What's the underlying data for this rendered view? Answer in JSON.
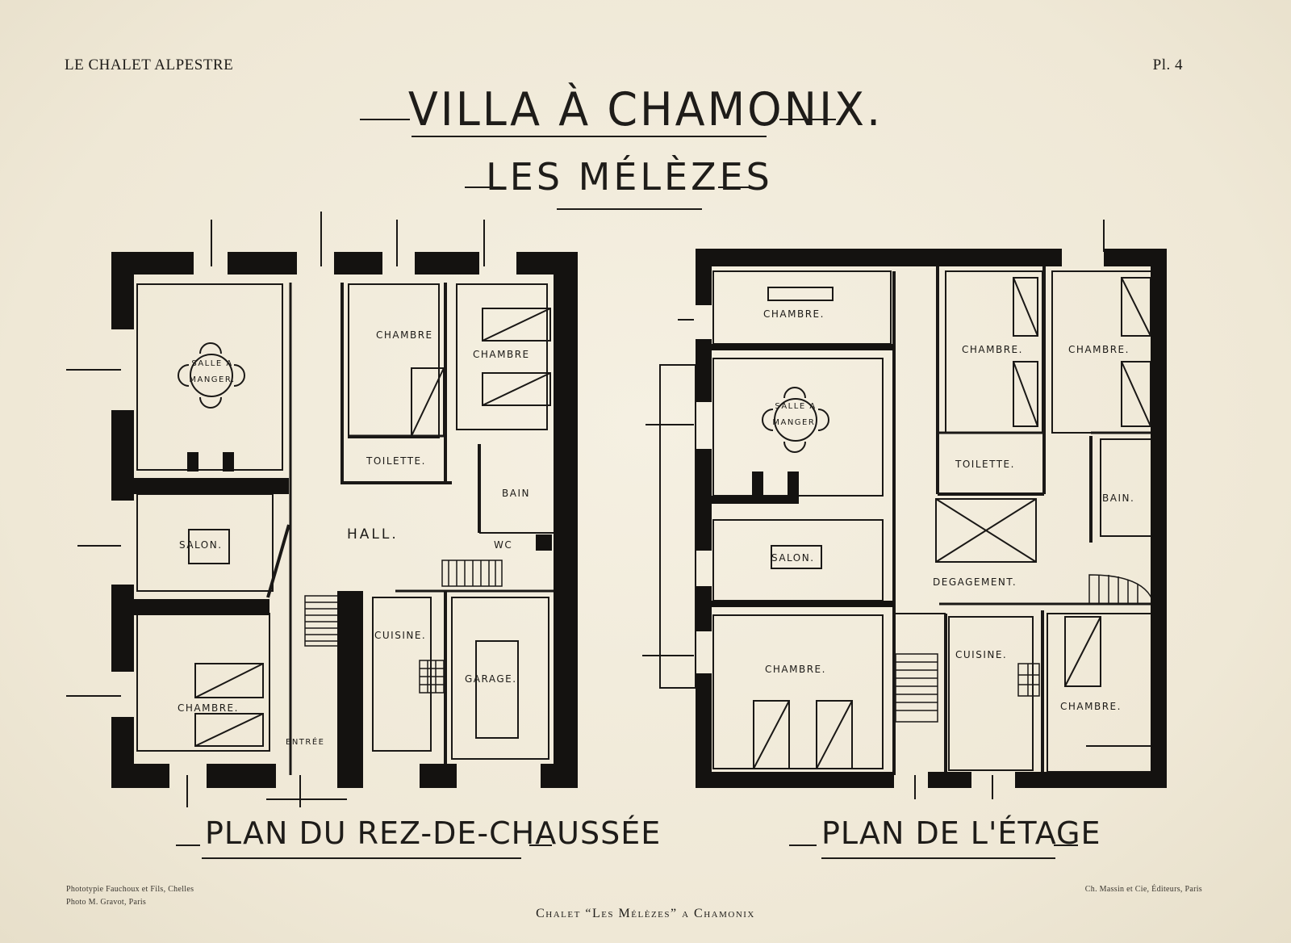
{
  "header": {
    "left": "LE CHALET ALPESTRE",
    "right": "Pl. 4"
  },
  "title": {
    "main": "VILLA À CHAMONIX.",
    "sub": "LES MÉLÈZES"
  },
  "plans": {
    "ground": {
      "label": "PLAN DU REZ-DE-CHAUSSÉE",
      "rooms": {
        "salle_manger": "SALLE A MANGER.",
        "chambre1": "CHAMBRE",
        "chambre2": "CHAMBRE",
        "toilette": "TOILETTE.",
        "bain": "BAIN",
        "wc": "WC",
        "hall": "HALL.",
        "salon": "SALON.",
        "cuisine": "CUISINE.",
        "garage": "GARAGE.",
        "chambre3": "CHAMBRE.",
        "entree": "ENTRÉE"
      }
    },
    "floor": {
      "label": "PLAN DE L'ÉTAGE",
      "rooms": {
        "chambre_top": "CHAMBRE.",
        "salle_manger": "SALLE A MANGER.",
        "salon": "SALON.",
        "chambre_bottom": "CHAMBRE.",
        "chambre_mid": "CHAMBRE.",
        "chambre_right": "CHAMBRE.",
        "toilette": "TOILETTE.",
        "bain": "BAIN.",
        "degagement": "DEGAGEMENT.",
        "cuisine": "CUISINE.",
        "chambre_br": "CHAMBRE."
      }
    }
  },
  "footer": {
    "left_line1": "Phototypie Fauchoux et Fils, Chelles",
    "left_line2": "Photo M. Gravot, Paris",
    "right": "Ch. Massin et Cie, Éditeurs, Paris",
    "caption": "Chalet “Les Mélèzes” a Chamonix"
  },
  "colors": {
    "paper": "#f1ebdb",
    "ink": "#1e1c19"
  }
}
